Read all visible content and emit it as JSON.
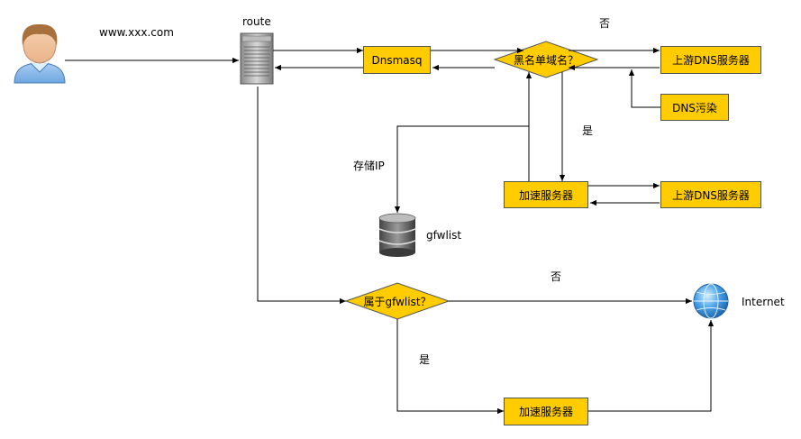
{
  "labels": {
    "url": "www.xxx.com",
    "route": "route",
    "store_ip": "存储IP",
    "gfwlist": "gfwlist",
    "internet": "Internet",
    "no_top": "否",
    "yes_mid": "是",
    "no_bottom": "否",
    "yes_bottom": "是"
  },
  "boxes": {
    "dnsmasq": "Dnsmasq",
    "upstream_dns_1": "上游DNS服务器",
    "dns_pollution": "DNS污染",
    "accel_server_1": "加速服务器",
    "upstream_dns_2": "上游DNS服务器",
    "accel_server_2": "加速服务器"
  },
  "decisions": {
    "blacklist": "黑名单域名？",
    "in_gfwlist": "属于gfwlist？"
  },
  "colors": {
    "box_fill": "#ffcc00",
    "box_border": "#555555",
    "line": "#000000"
  }
}
